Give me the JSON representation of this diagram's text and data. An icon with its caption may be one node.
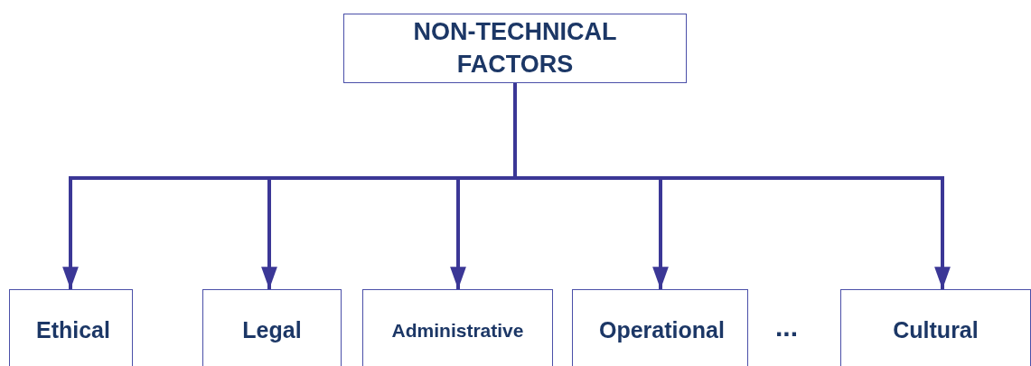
{
  "diagram": {
    "nodes": [
      {
        "text": [
          "NON-TECHNICAL FACTORS"
        ]
      },
      {
        "text": [
          "Ethical"
        ]
      },
      {
        "text": [
          "Legal"
        ]
      },
      {
        "text": [
          "Administrative"
        ]
      },
      {
        "text": [
          "Operational"
        ]
      },
      {
        "text": [
          "Cultural"
        ]
      }
    ],
    "edges": [
      {
        "from": 0,
        "to": 1,
        "arrow": "to"
      },
      {
        "from": 0,
        "to": 2,
        "arrow": "to"
      },
      {
        "from": 0,
        "to": 3,
        "arrow": "to"
      },
      {
        "from": 0,
        "to": 4,
        "arrow": "to"
      },
      {
        "from": 0,
        "to": 5,
        "arrow": "to"
      }
    ],
    "labels": [
      "..."
    ]
  }
}
